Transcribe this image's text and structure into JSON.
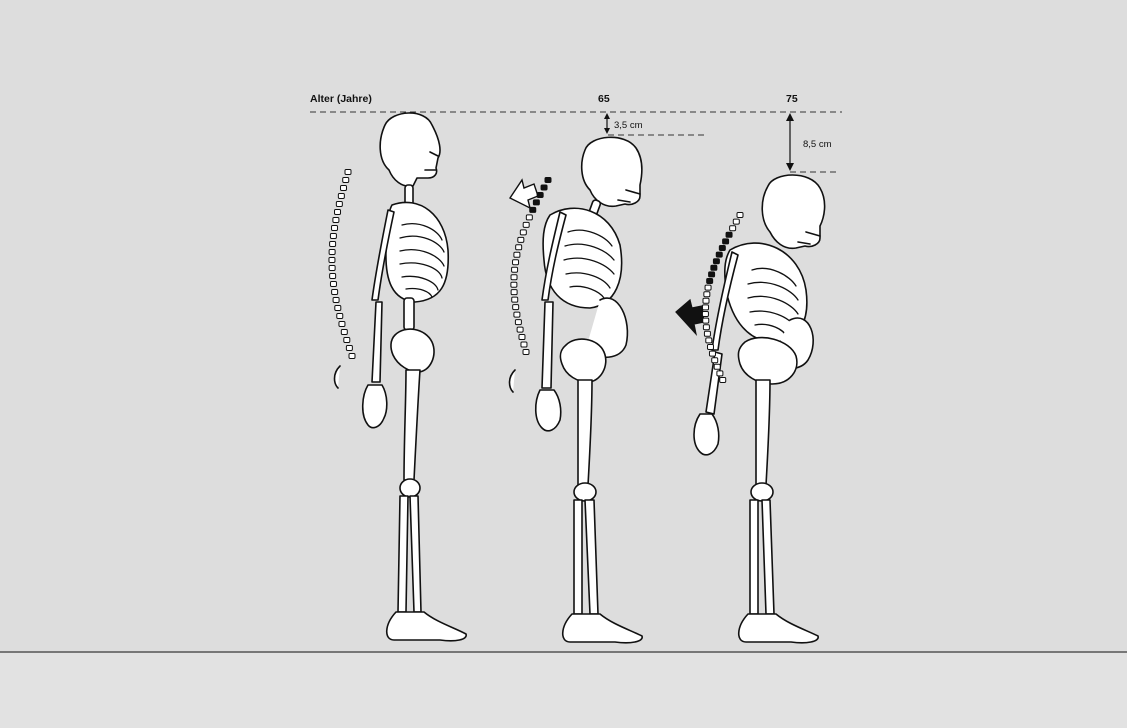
{
  "labels": {
    "axis_title": "Alter (Jahre)",
    "age_middle": "65",
    "age_right": "75",
    "loss_middle": "3,5 cm",
    "loss_right": "8,5 cm"
  },
  "colors": {
    "background": "#dddddd",
    "bone_fill": "#ffffff",
    "outline": "#111111",
    "floor_line": "#777777"
  }
}
